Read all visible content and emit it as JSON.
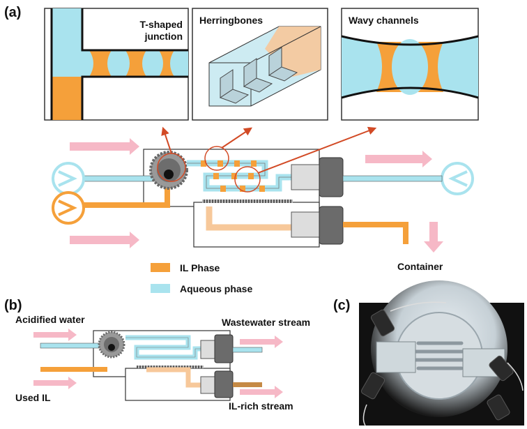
{
  "panel_a": {
    "letter": "(a)",
    "insets": [
      {
        "title_line1": "T-shaped",
        "title_line2": "junction"
      },
      {
        "title": "Herringbones"
      },
      {
        "title": "Wavy channels"
      }
    ],
    "legend": [
      {
        "label": "IL Phase",
        "color": "#f5a03a"
      },
      {
        "label": "Aqueous phase",
        "color": "#a9e3ee"
      }
    ],
    "container_label": "Container"
  },
  "panel_b": {
    "letter": "(b)",
    "labels": {
      "acidified_water": "Acidified water",
      "used_il": "Used IL",
      "wastewater_stream": "Wastewater stream",
      "il_rich_stream": "IL-rich stream"
    }
  },
  "panel_c": {
    "letter": "(c)"
  },
  "colors": {
    "il": "#f5a03a",
    "aqueous": "#a9e3ee",
    "arrow_pink": "#f6b8c6",
    "pointer_red": "#d24a25",
    "photo_bg": "#111111"
  }
}
